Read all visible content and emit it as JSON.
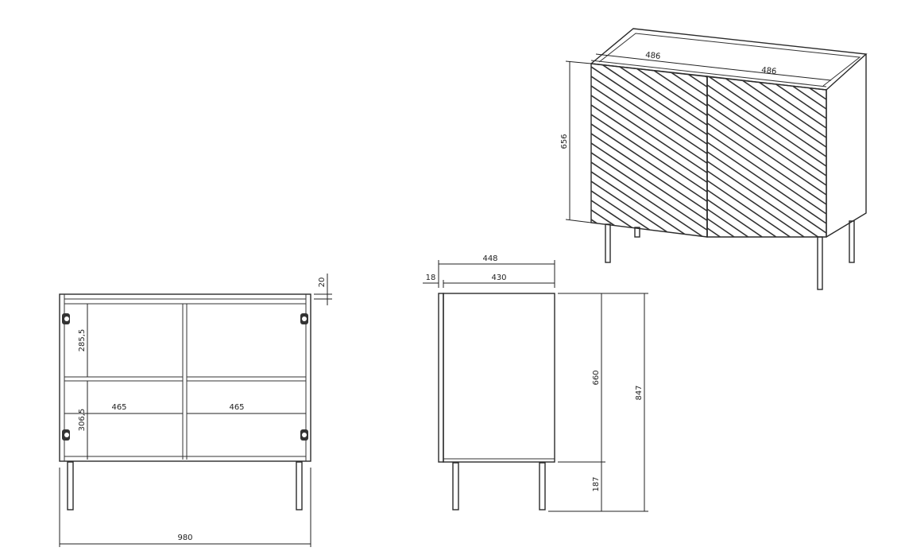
{
  "drawing": {
    "subject": "two-door sideboard with diagonal fluted fronts",
    "views": {
      "perspective": {
        "label": "perspective-view",
        "dimensions": {
          "door_width_left": "486",
          "door_width_right": "486",
          "front_height": "656"
        }
      },
      "front_open": {
        "label": "front-view-doors-removed",
        "dimensions": {
          "top_thickness": "20",
          "upper_compartment_height": "285,5",
          "lower_compartment_height": "306,5",
          "left_compartment_width": "465",
          "right_compartment_width": "465",
          "overall_width": "980"
        }
      },
      "side": {
        "label": "side-view",
        "dimensions": {
          "overall_depth": "448",
          "carcass_depth": "430",
          "door_thickness": "18",
          "body_height": "660",
          "leg_height": "187",
          "overall_height": "847"
        }
      }
    },
    "colors": {
      "line": "#2a2a2a",
      "background": "#ffffff"
    }
  }
}
